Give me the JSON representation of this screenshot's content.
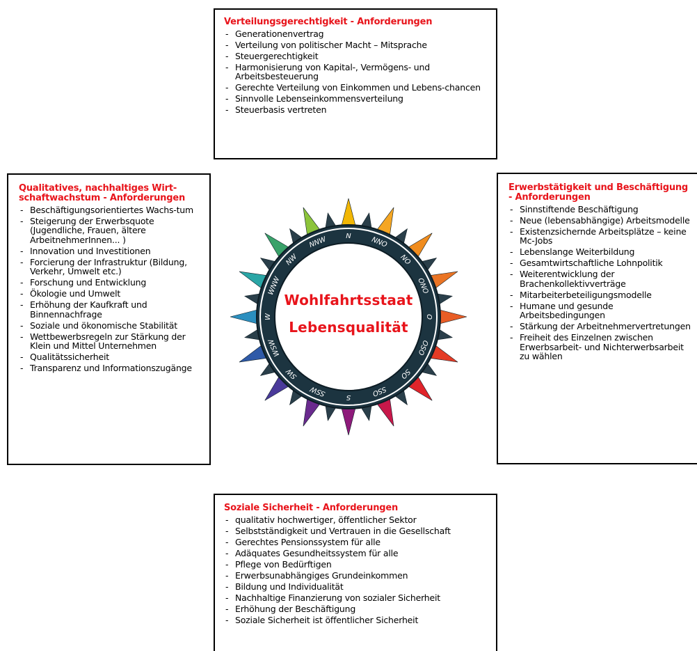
{
  "top": {
    "title": "Verteilungsgerechtigkeit - Anforderungen",
    "items": [
      "Generationenvertrag",
      "Verteilung von politischer Macht – Mitsprache",
      "Steuergerechtigkeit",
      "Harmonisierung von Kapital-, Vermögens- und Arbeitsbesteuerung",
      "Gerechte Verteilung von Einkommen und Lebens-chancen",
      "Sinnvolle Lebenseinkommensverteilung",
      "Steuerbasis vertreten"
    ]
  },
  "left": {
    "title": "Qualitatives, nachhaltiges Wirt-schaftwachstum - Anforderungen",
    "items": [
      "Beschäftigungsorientiertes Wachs-tum",
      "Steigerung der Erwerbsquote (Jugendliche, Frauen, ältere ArbeitnehmerInnen... )",
      "Innovation und Investitionen",
      "Forcierung der Infrastruktur (Bildung, Verkehr, Umwelt etc.)",
      "Forschung und Entwicklung",
      "Ökologie und Umwelt",
      "Erhöhung der Kaufkraft und Binnennachfrage",
      "Soziale und ökonomische Stabilität",
      "Wettbewerbsregeln zur Stärkung der Klein und Mittel Unternehmen",
      "Qualitätssicherheit",
      "Transparenz und Informationszugänge"
    ]
  },
  "right": {
    "title": "Erwerbstätigkeit und Beschäftigung - Anforderungen",
    "items": [
      "Sinnstiftende Beschäftigung",
      "Neue (lebensabhängige) Arbeitsmodelle",
      "Existenzsichernde Arbeitsplätze – keine Mc-Jobs",
      "Lebenslange Weiterbildung",
      "Gesamtwirtschaftliche Lohnpolitik",
      "Weiterentwicklung der Brachenkollektivverträge",
      "Mitarbeiterbeteiligungsmodelle",
      "Humane und gesunde Arbeitsbedingungen",
      "Stärkung der Arbeitnehmervertretungen",
      "Freiheit des Einzelnen zwischen Erwerbsarbeit- und Nichterwerbsarbeit zu wählen"
    ]
  },
  "bottom": {
    "title": "Soziale Sicherheit - Anforderungen",
    "items": [
      "qualitativ hochwertiger, öffentlicher Sektor",
      "Selbstständigkeit und Vertrauen in die Gesellschaft",
      "Gerechtes Pensionssystem für alle",
      "Adäquates Gesundheitssystem für alle",
      "Pflege von Bedürftigen",
      "Erwerbsunabhängiges Grundeinkommen",
      "Bildung und Individualität",
      "Nachhaltige Finanzierung von sozialer Sicherheit",
      "Erhöhung der Beschäftigung",
      "Soziale Sicherheit ist öffentlicher Sicherheit"
    ]
  },
  "compass": {
    "line1": "Wohlfahrtsstaat",
    "line2": "Lebensqualität",
    "directions": [
      "N",
      "NNO",
      "NO",
      "ONO",
      "O",
      "OSO",
      "SO",
      "SSO",
      "S",
      "SSW",
      "SW",
      "WSW",
      "W",
      "WNW",
      "NW",
      "NNW"
    ],
    "point_colors": [
      "#f2b705",
      "#f5a623",
      "#f08c1e",
      "#ea7424",
      "#e85d26",
      "#e43b25",
      "#e0242a",
      "#c8184a",
      "#8e1a7a",
      "#6a2a8e",
      "#4a3a9a",
      "#2f5aa8",
      "#2b8fbf",
      "#2aa6a6",
      "#3aa26a",
      "#8cc43a"
    ]
  }
}
